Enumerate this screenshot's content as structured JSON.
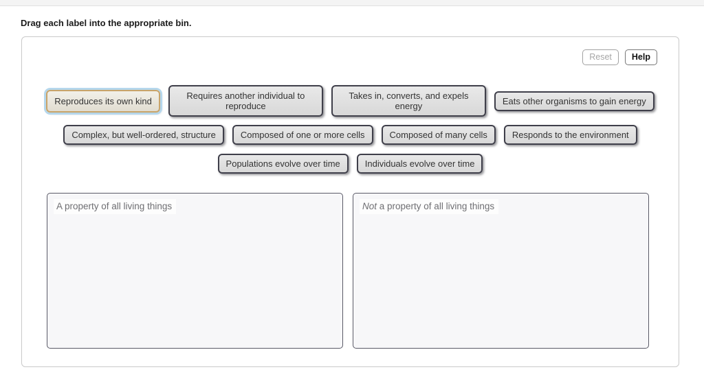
{
  "page": {
    "instruction": "Drag each label into the appropriate bin."
  },
  "toolbar": {
    "reset_label": "Reset",
    "help_label": "Help"
  },
  "chips": [
    {
      "label": "Reproduces its own kind",
      "selected": true
    },
    {
      "label": "Requires another individual to reproduce",
      "selected": false
    },
    {
      "label": "Takes in, converts, and expels energy",
      "selected": false
    },
    {
      "label": "Eats other organisms to gain energy",
      "selected": false
    },
    {
      "label": "Complex, but well-ordered, structure",
      "selected": false
    },
    {
      "label": "Composed of one or more cells",
      "selected": false
    },
    {
      "label": "Composed of many cells",
      "selected": false
    },
    {
      "label": "Responds to the environment",
      "selected": false
    },
    {
      "label": "Populations evolve over time",
      "selected": false
    },
    {
      "label": "Individuals evolve over time",
      "selected": false
    }
  ],
  "bins": [
    {
      "title": "A property of all living things"
    },
    {
      "title_prefix": "Not",
      "title_rest": " a property of all living things"
    }
  ],
  "colors": {
    "selected_chip_border": "#c9a469",
    "selected_chip_glow": "#b5d7ec",
    "chip_background": "#e0e0e0",
    "chip_border": "#3f3f4a",
    "bin_border": "#595966",
    "bin_background": "#f7f7f9"
  }
}
